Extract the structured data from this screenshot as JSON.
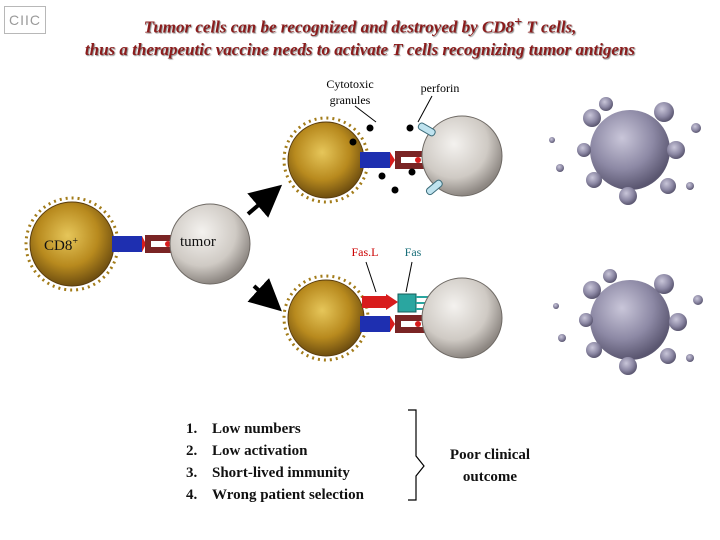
{
  "logo_text": "CIIC",
  "title": {
    "line1_pre": "Tumor cells can be recognized and destroyed by CD8",
    "line1_sup": "+",
    "line1_post": " T cells,",
    "line2": "thus a therapeutic vaccine needs to activate T cells recognizing tumor antigens"
  },
  "labels": {
    "cytotoxic_line1": "Cytotoxic",
    "cytotoxic_line2": "granules",
    "perforin": "perforin",
    "cd8": "CD8",
    "cd8_sup": "+",
    "tumor": "tumor",
    "fasl": "Fas.L",
    "fas": "Fas"
  },
  "problems": [
    {
      "num": "1.",
      "text": "Low numbers"
    },
    {
      "num": "2.",
      "text": "Low activation"
    },
    {
      "num": "3.",
      "text": "Short-lived immunity"
    },
    {
      "num": "4.",
      "text": "Wrong patient selection"
    }
  ],
  "outcome": {
    "line1": "Poor clinical",
    "line2": "outcome"
  },
  "colors": {
    "title": "#8b1c1c",
    "t_cell": "#c9a227",
    "tumor_cell": "#d6d3cf",
    "dead_cell": "#8f8ca6",
    "tcr_blue": "#1e2fb0",
    "mhc_brown": "#7a2424",
    "antigen_red": "#d81c1c",
    "fas_teal": "#2aa6a0",
    "perforin": "#bfe3ef"
  }
}
